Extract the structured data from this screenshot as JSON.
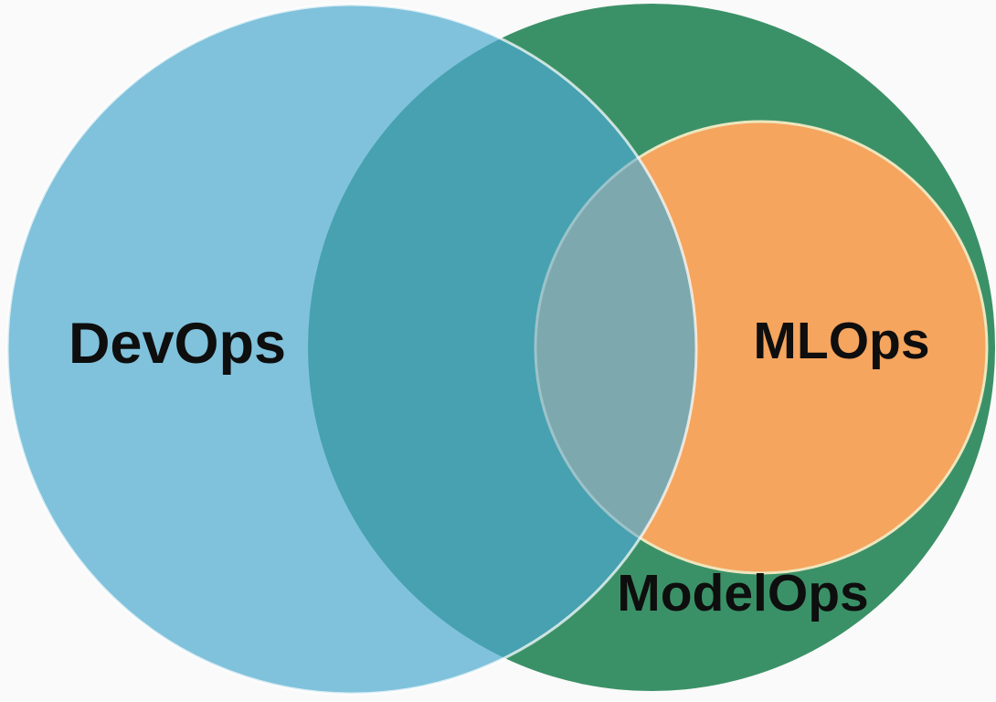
{
  "diagram": {
    "type": "venn",
    "background": "#fafafa",
    "label_color": "#0e0e0e",
    "edge_highlight": "rgba(255,255,255,0.72)",
    "sets": [
      {
        "id": "devops",
        "label": "DevOps",
        "fill": "#80c2dc"
      },
      {
        "id": "modelops",
        "label": "ModelOps",
        "fill": "#3b9167"
      },
      {
        "id": "mlops",
        "label": "MLOps",
        "fill": "#f5a55e",
        "outline": "#ede6be"
      }
    ],
    "overlaps": [
      {
        "between": [
          "DevOps",
          "ModelOps"
        ],
        "fill": "#47a1b0"
      },
      {
        "between": [
          "DevOps",
          "MLOps"
        ],
        "fill": "#7da8ad",
        "edge": "#9cc3ca"
      }
    ],
    "structure": "MLOps circle sits inside ModelOps circle; DevOps circle overlaps both"
  }
}
